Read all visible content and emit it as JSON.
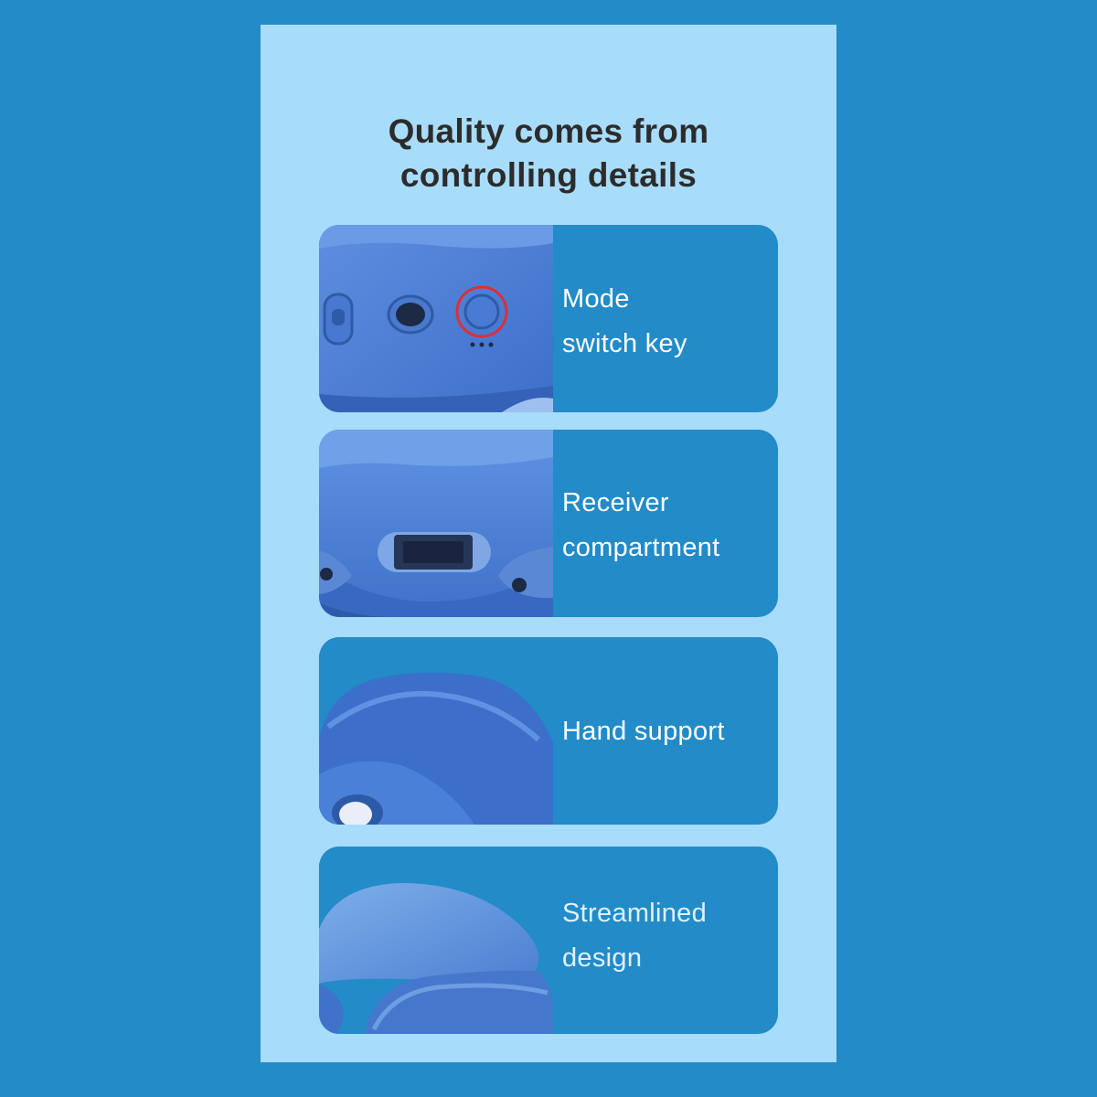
{
  "headline": {
    "line1": "Quality comes from",
    "line2": "controlling details"
  },
  "features": [
    {
      "line1": "Mode",
      "line2": "switch key",
      "icon": "mode-switch-key-photo"
    },
    {
      "line1": "Receiver",
      "line2": "compartment",
      "icon": "receiver-compartment-photo"
    },
    {
      "line1": "Hand support",
      "line2": "",
      "icon": "hand-support-photo"
    },
    {
      "line1": "Streamlined",
      "line2": "design",
      "icon": "streamlined-design-photo"
    }
  ],
  "colors": {
    "outer_background": "#228bc8",
    "panel_background": "#a8dcfb",
    "card_background": "#228bc8",
    "headline_text": "#2c2c2c",
    "label_text": "#ffffff",
    "highlight_ring": "#d9303a"
  }
}
